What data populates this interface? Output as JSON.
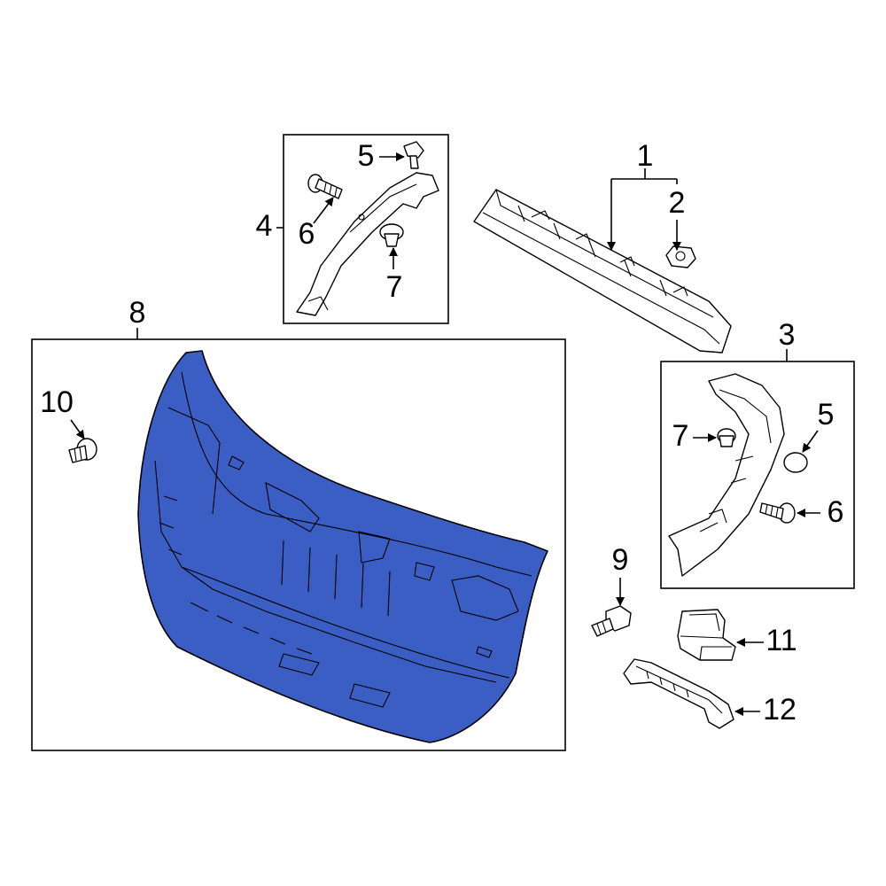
{
  "colors": {
    "highlight": "#3a5ec4",
    "line": "#000000",
    "background": "#ffffff"
  },
  "callouts": {
    "c1": "1",
    "c2": "2",
    "c3": "3",
    "c4": "4",
    "c5a": "5",
    "c5b": "5",
    "c6a": "6",
    "c6b": "6",
    "c7a": "7",
    "c7b": "7",
    "c8": "8",
    "c9": "9",
    "c10": "10",
    "c11": "11",
    "c12": "12"
  }
}
